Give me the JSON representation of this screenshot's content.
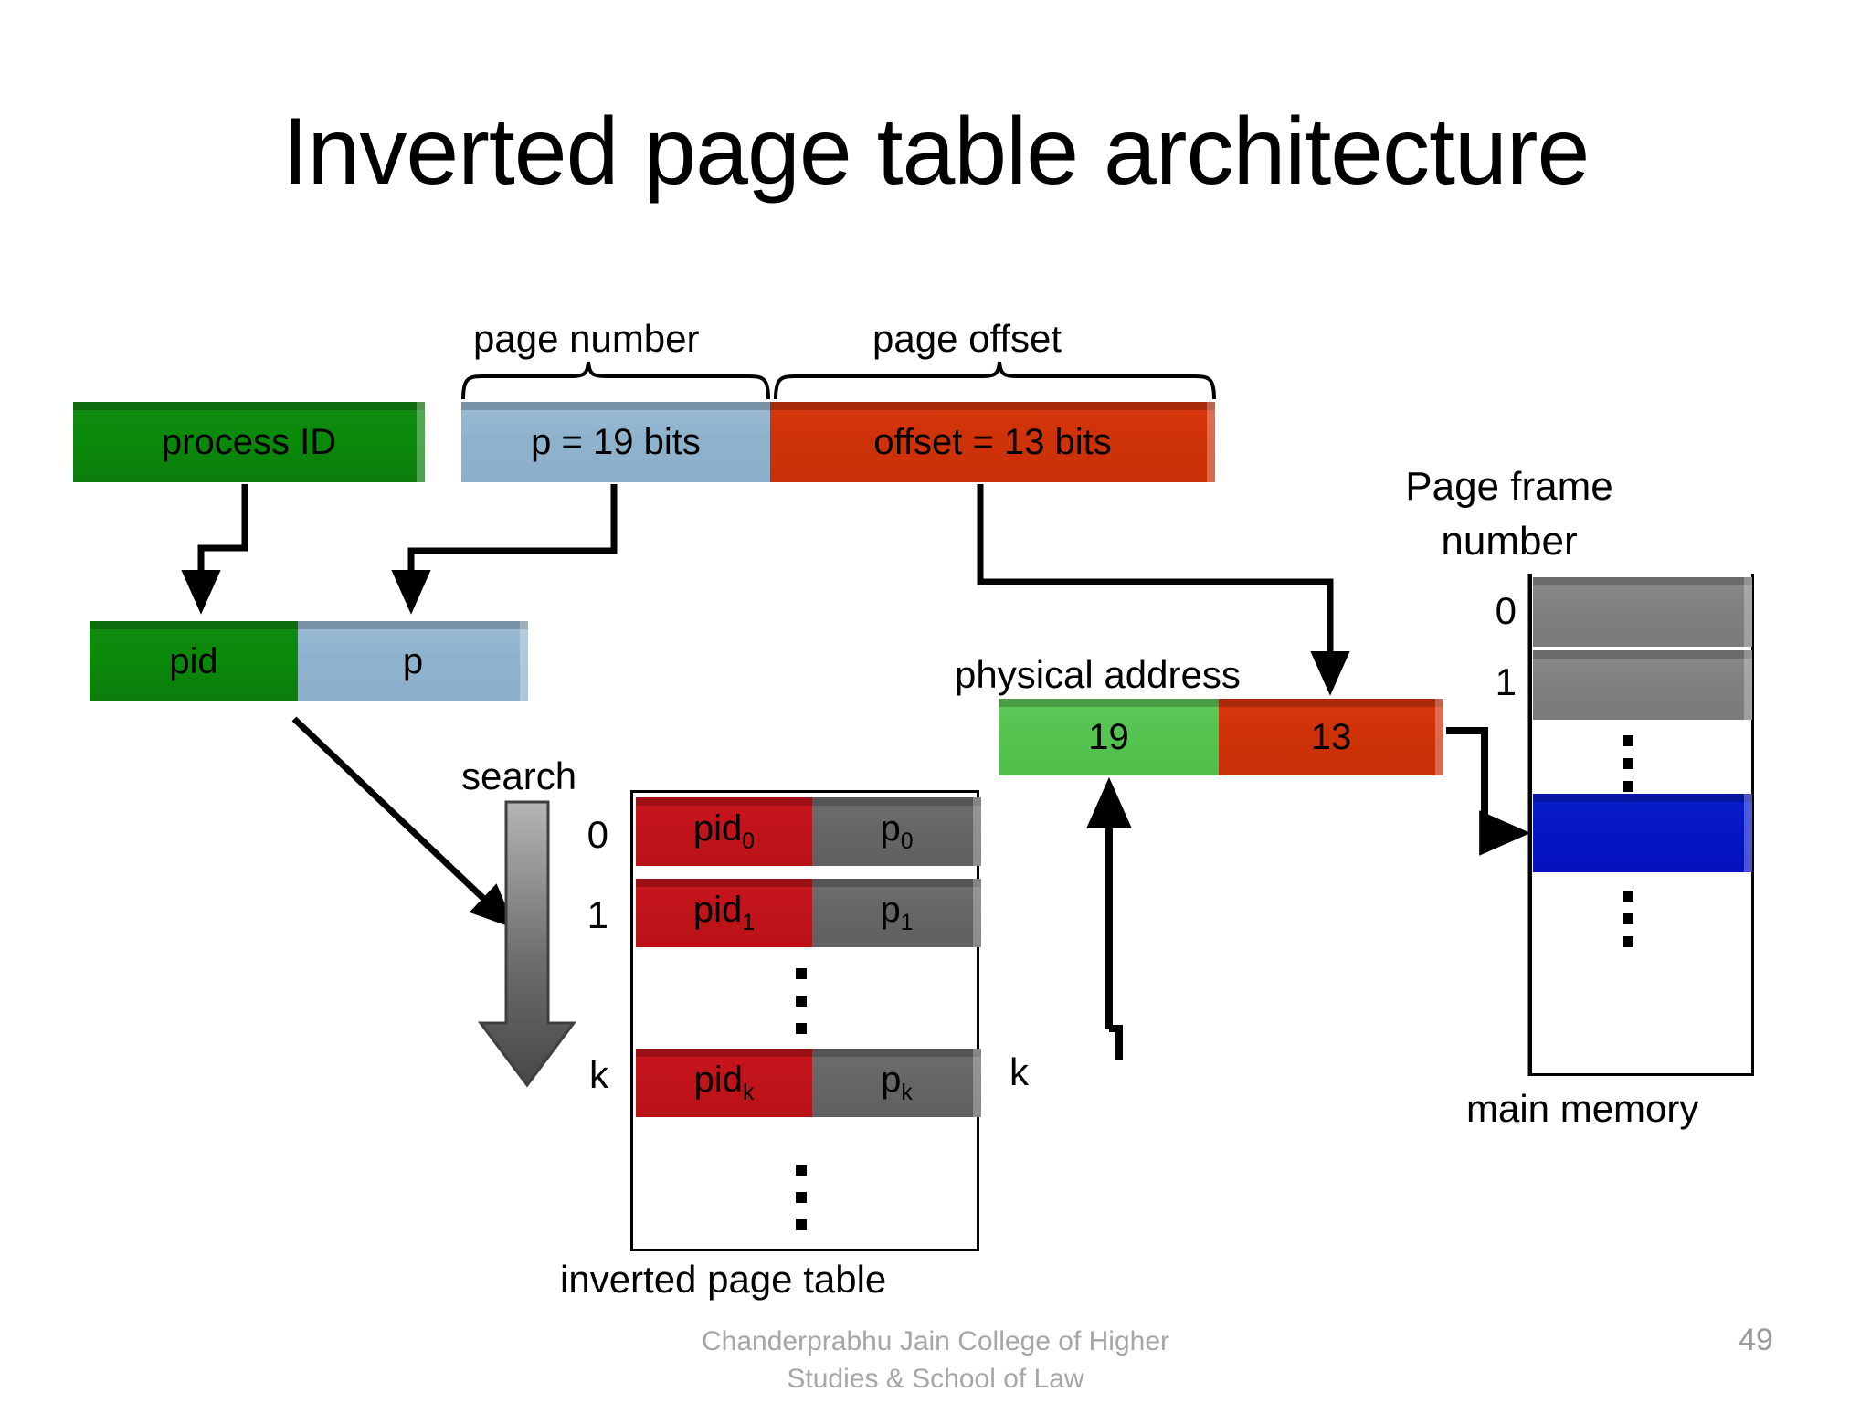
{
  "slide": {
    "title": "Inverted page table architecture",
    "page_number": "49",
    "footer_line1": "Chanderprabhu Jain College of Higher",
    "footer_line2": "Studies & School of Law"
  },
  "virtual_address": {
    "page_number_brace_label": "page number",
    "page_offset_brace_label": "page offset",
    "process_id_label": "process ID",
    "p_field_label": "p = 19 bits",
    "offset_field_label": "offset = 13 bits"
  },
  "lookup_key": {
    "pid_label": "pid",
    "p_label": "p"
  },
  "search": {
    "label": "search"
  },
  "inverted_page_table": {
    "caption": "inverted page table",
    "rows": [
      {
        "index": "0",
        "pid": "pid",
        "pid_sub": "0",
        "p": "p",
        "p_sub": "0"
      },
      {
        "index": "1",
        "pid": "pid",
        "pid_sub": "1",
        "p": "p",
        "p_sub": "1"
      },
      {
        "index": "k",
        "pid": "pid",
        "pid_sub": "k",
        "p": "p",
        "p_sub": "k"
      }
    ],
    "ellipsis_glyph": "vertical-dots"
  },
  "physical_address": {
    "label": "physical address",
    "frame_value": "19",
    "offset_value": "13",
    "source_index_label": "k"
  },
  "main_memory": {
    "title_line1": "Page frame",
    "title_line2": "number",
    "caption": "main memory",
    "frame_indices": [
      "0",
      "1"
    ]
  },
  "colors": {
    "green_process": "#0d8a0d",
    "blue_page": "#8fb2cc",
    "red_offset": "#cf3208",
    "bright_green_frame": "#55c451",
    "table_red": "#c1141a",
    "table_gray": "#666666",
    "memory_gray": "#808080",
    "memory_blue": "#0516c6",
    "footer_gray": "#a6a6a6"
  }
}
